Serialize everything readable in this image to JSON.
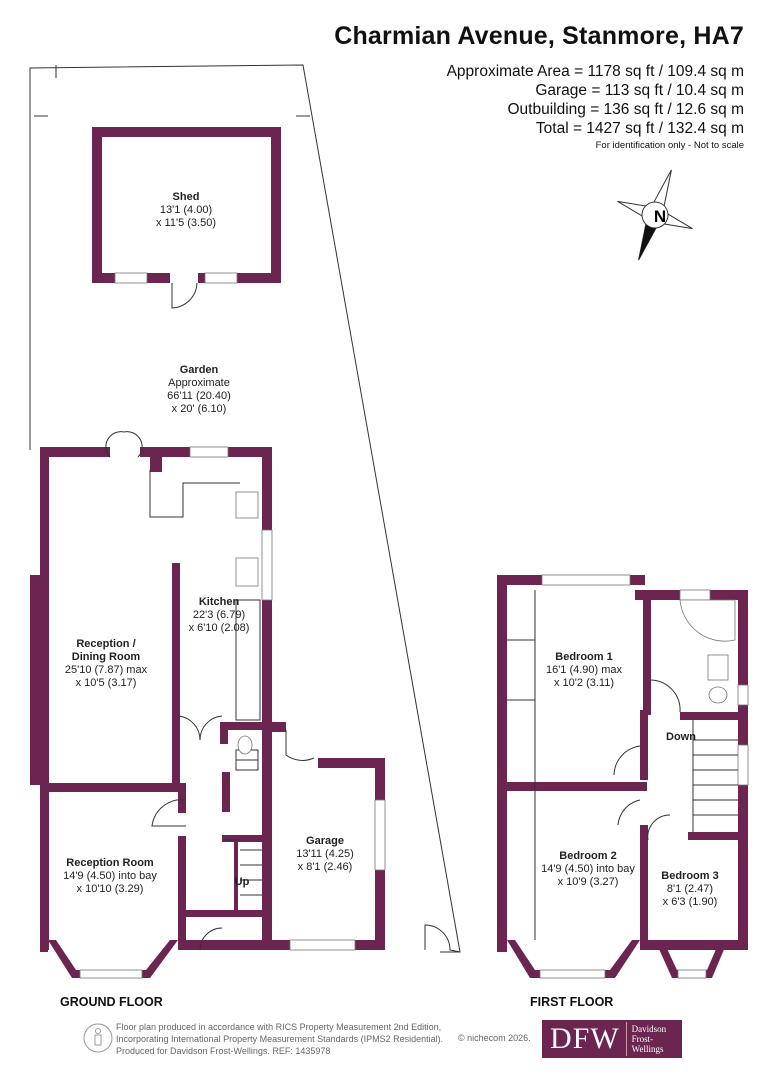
{
  "header": {
    "title": "Charmian Avenue, Stanmore, HA7",
    "areas": [
      "Approximate Area = 1178 sq ft / 109.4 sq m",
      "Garage = 113 sq ft / 10.4 sq m",
      "Outbuilding = 136 sq ft / 12.6 sq m",
      "Total = 1427 sq ft / 132.4 sq m"
    ],
    "note": "For identification only - Not to scale"
  },
  "compass": {
    "label": "N",
    "icon": "compass-icon"
  },
  "colors": {
    "wall": "#6b2550"
  },
  "rooms": {
    "shed": {
      "name": "Shed",
      "dim1": "13'1 (4.00)",
      "dim2": "x 11'5 (3.50)"
    },
    "garden": {
      "name": "Garden",
      "dim0": "Approximate",
      "dim1": "66'11 (20.40)",
      "dim2": "x 20' (6.10)"
    },
    "kitchen": {
      "name": "Kitchen",
      "dim1": "22'3 (6.79)",
      "dim2": "x 6'10 (2.08)"
    },
    "dining": {
      "name1": "Reception /",
      "name2": "Dining Room",
      "dim1": "25'10 (7.87) max",
      "dim2": "x 10'5 (3.17)"
    },
    "reception": {
      "name": "Reception Room",
      "dim1": "14'9 (4.50) into bay",
      "dim2": "x 10'10 (3.29)"
    },
    "garage": {
      "name": "Garage",
      "dim1": "13'11 (4.25)",
      "dim2": "x 8'1 (2.46)"
    },
    "bedroom1": {
      "name": "Bedroom 1",
      "dim1": "16'1 (4.90) max",
      "dim2": "x 10'2 (3.11)"
    },
    "bedroom2": {
      "name": "Bedroom 2",
      "dim1": "14'9 (4.50) into bay",
      "dim2": "x 10'9 (3.27)"
    },
    "bedroom3": {
      "name": "Bedroom 3",
      "dim1": "8'1 (2.47)",
      "dim2": "x 6'3 (1.90)"
    },
    "stairs_up": "Up",
    "stairs_down": "Down"
  },
  "floors": {
    "ground": "GROUND FLOOR",
    "first": "FIRST FLOOR"
  },
  "footer": {
    "lines": [
      "Floor plan produced in accordance with RICS Property Measurement 2nd Edition,",
      "Incorporating International Property Measurement Standards (IPMS2 Residential).",
      "Produced for Davidson Frost-Wellings.    REF: 1435978"
    ],
    "copyright": "© nichecom 2026.",
    "logo_mono": "DFW",
    "logo_name1": "Davidson",
    "logo_name2": "Frost-Wellings"
  }
}
